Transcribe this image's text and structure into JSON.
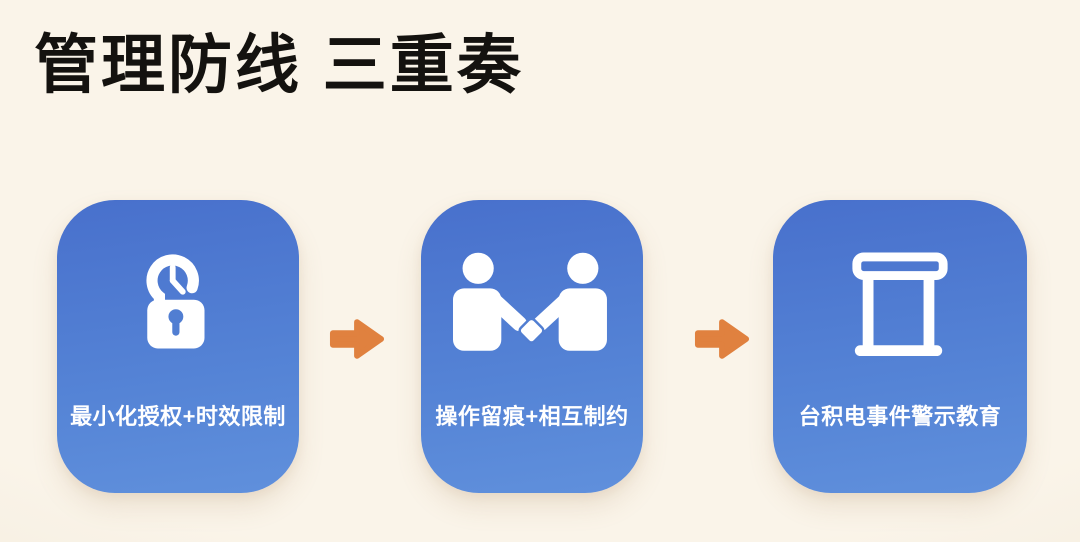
{
  "title": "管理防线 三重奏",
  "colors": {
    "background": "#f8f2e6",
    "card_top": "#4870cc",
    "card_bottom": "#6090dc",
    "card_keyhole": "#517ed2",
    "arrow": "#e0813f",
    "title_text": "#14120f",
    "card_text": "#ffffff"
  },
  "cards": [
    {
      "icon": "time-lock-icon",
      "label": "最小化授权+时效限制"
    },
    {
      "icon": "handshake-icon",
      "label": "操作留痕+相互制约"
    },
    {
      "icon": "podium-icon",
      "label": "台积电事件警示教育"
    }
  ],
  "arrows": [
    {
      "icon": "right-arrow-icon"
    },
    {
      "icon": "right-arrow-icon"
    }
  ]
}
